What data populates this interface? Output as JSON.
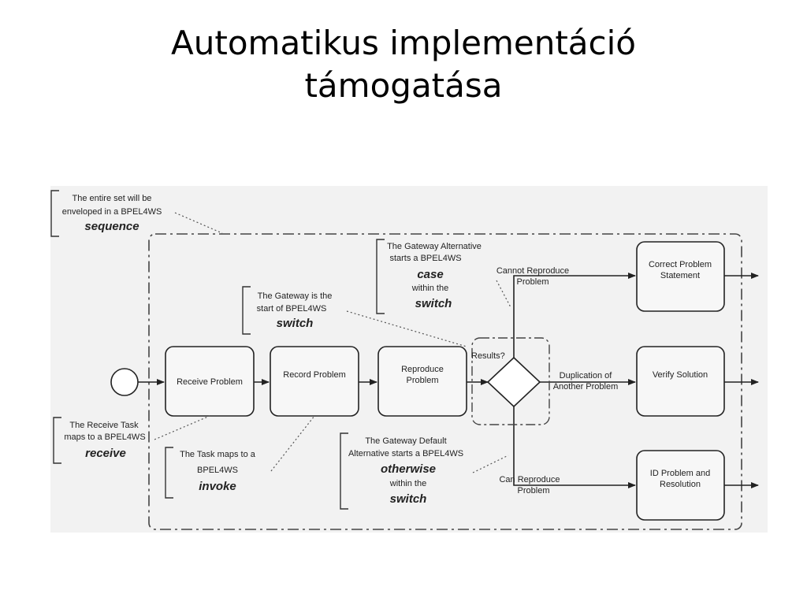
{
  "slide": {
    "title_line1": "Automatikus implementáció",
    "title_line2": "támogatása"
  },
  "colors": {
    "panel_bg": "#f2f2f2",
    "line": "#222222",
    "task_fill": "#f7f7f7"
  },
  "diagram": {
    "tasks": {
      "receive": [
        "Receive Problem"
      ],
      "record": [
        "Record Problem"
      ],
      "reproduce": [
        "Reproduce",
        "Problem"
      ],
      "correct": [
        "Correct Problem",
        "Statement"
      ],
      "verify": [
        "Verify Solution"
      ],
      "id_problem": [
        "ID Problem and",
        "Resolution"
      ]
    },
    "gateway_label": "Results?",
    "flow_labels": {
      "cannot": [
        "Cannot Reproduce",
        "Problem"
      ],
      "duplication": [
        "Duplication of",
        "Another Problem"
      ],
      "can": [
        "Can Reproduce",
        "Problem"
      ]
    },
    "annotations": {
      "sequence": [
        "The entire set will be",
        "enveloped in a BPEL4WS",
        "sequence"
      ],
      "gateway_alt": [
        "The Gateway Alternative",
        "starts a BPEL4WS",
        "case",
        "within the",
        "switch"
      ],
      "gateway_switch": [
        "The Gateway is the",
        "start of BPEL4WS",
        "switch"
      ],
      "receive_task": [
        "The Receive Task",
        "maps to a BPEL4WS",
        "receive"
      ],
      "task_invoke": [
        "The Task maps to a",
        "BPEL4WS",
        "invoke"
      ],
      "gateway_default": [
        "The Gateway Default",
        "Alternative starts a BPEL4WS",
        "otherwise",
        "within the",
        "switch"
      ]
    }
  }
}
